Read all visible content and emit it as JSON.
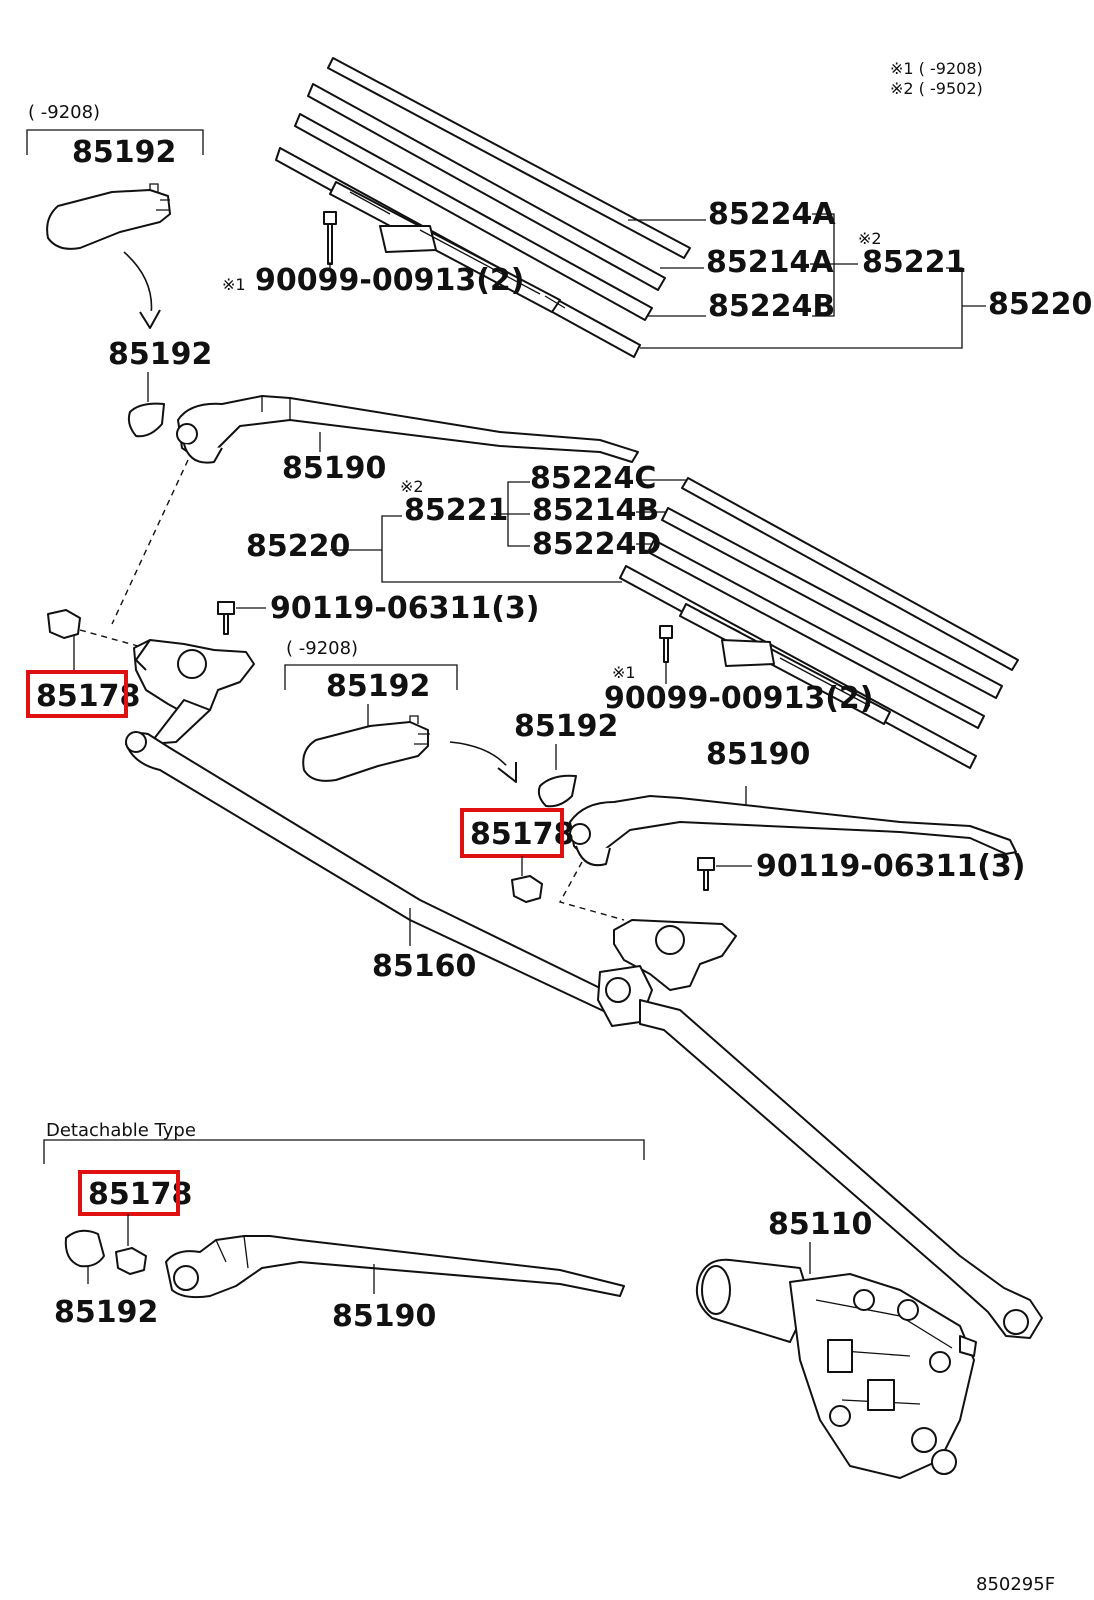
{
  "notes": {
    "note1": "※1 (   -9208)",
    "note2": "※2 (   -9502)"
  },
  "labels": {
    "cap_range_top": "(   -9208)",
    "cap_top": "85192",
    "screw_note_top": "※1",
    "screw_top": "90099-00913(2)",
    "refill_a": "85224A",
    "insert_a": "85214A",
    "blade_rubber_note": "※2",
    "blade_rubber": "85221",
    "refill_b": "85224B",
    "blade_top": "85220",
    "cap_left": "85192",
    "arm_left": "85190",
    "refill_c": "85224C",
    "insert_b": "85214B",
    "blade_rubber2_note": "※2",
    "blade_rubber2": "85221",
    "refill_d": "85224D",
    "blade_mid": "85220",
    "bolt_left": "90119-06311(3)",
    "nut_left": "85178",
    "cap_range_mid": "(   -9208)",
    "cap_mid": "85192",
    "screw_note_mid": "※1",
    "screw_mid": "90099-00913(2)",
    "cap_right": "85192",
    "arm_right": "85190",
    "nut_right": "85178",
    "bolt_right": "90119-06311(3)",
    "link": "85160",
    "detachable_title": "Detachable Type",
    "nut_detach": "85178",
    "cap_detach": "85192",
    "arm_detach": "85190",
    "motor": "85110",
    "figure_code": "850295F"
  },
  "highlight_color": "#e01010"
}
